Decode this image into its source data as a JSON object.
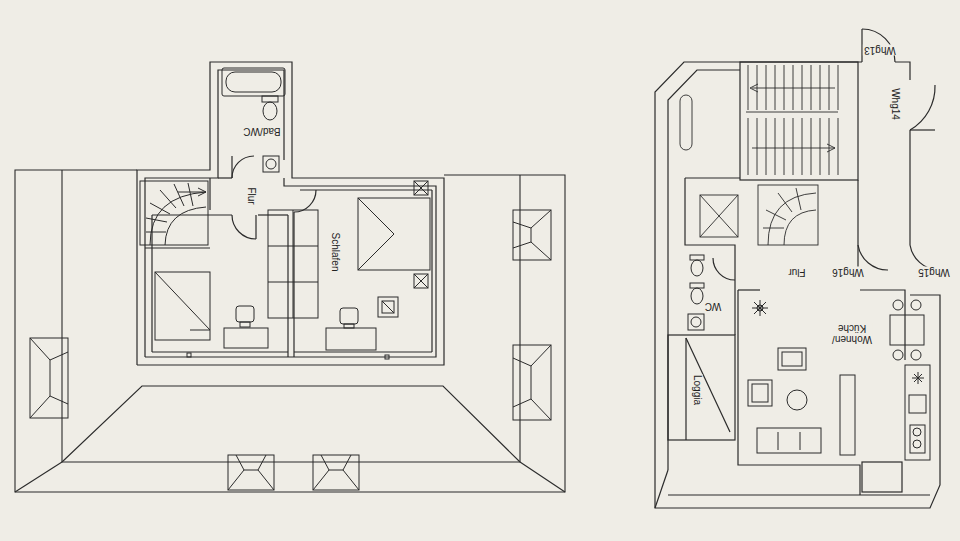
{
  "diagram": {
    "labels": [
      "Bad/WC",
      "Flur",
      "Schlafen",
      "Whg13",
      "Whg14",
      "Whg15",
      "Whg16",
      "Flur",
      "WC",
      "Wohnen/ Küche",
      "Loggia"
    ]
  }
}
